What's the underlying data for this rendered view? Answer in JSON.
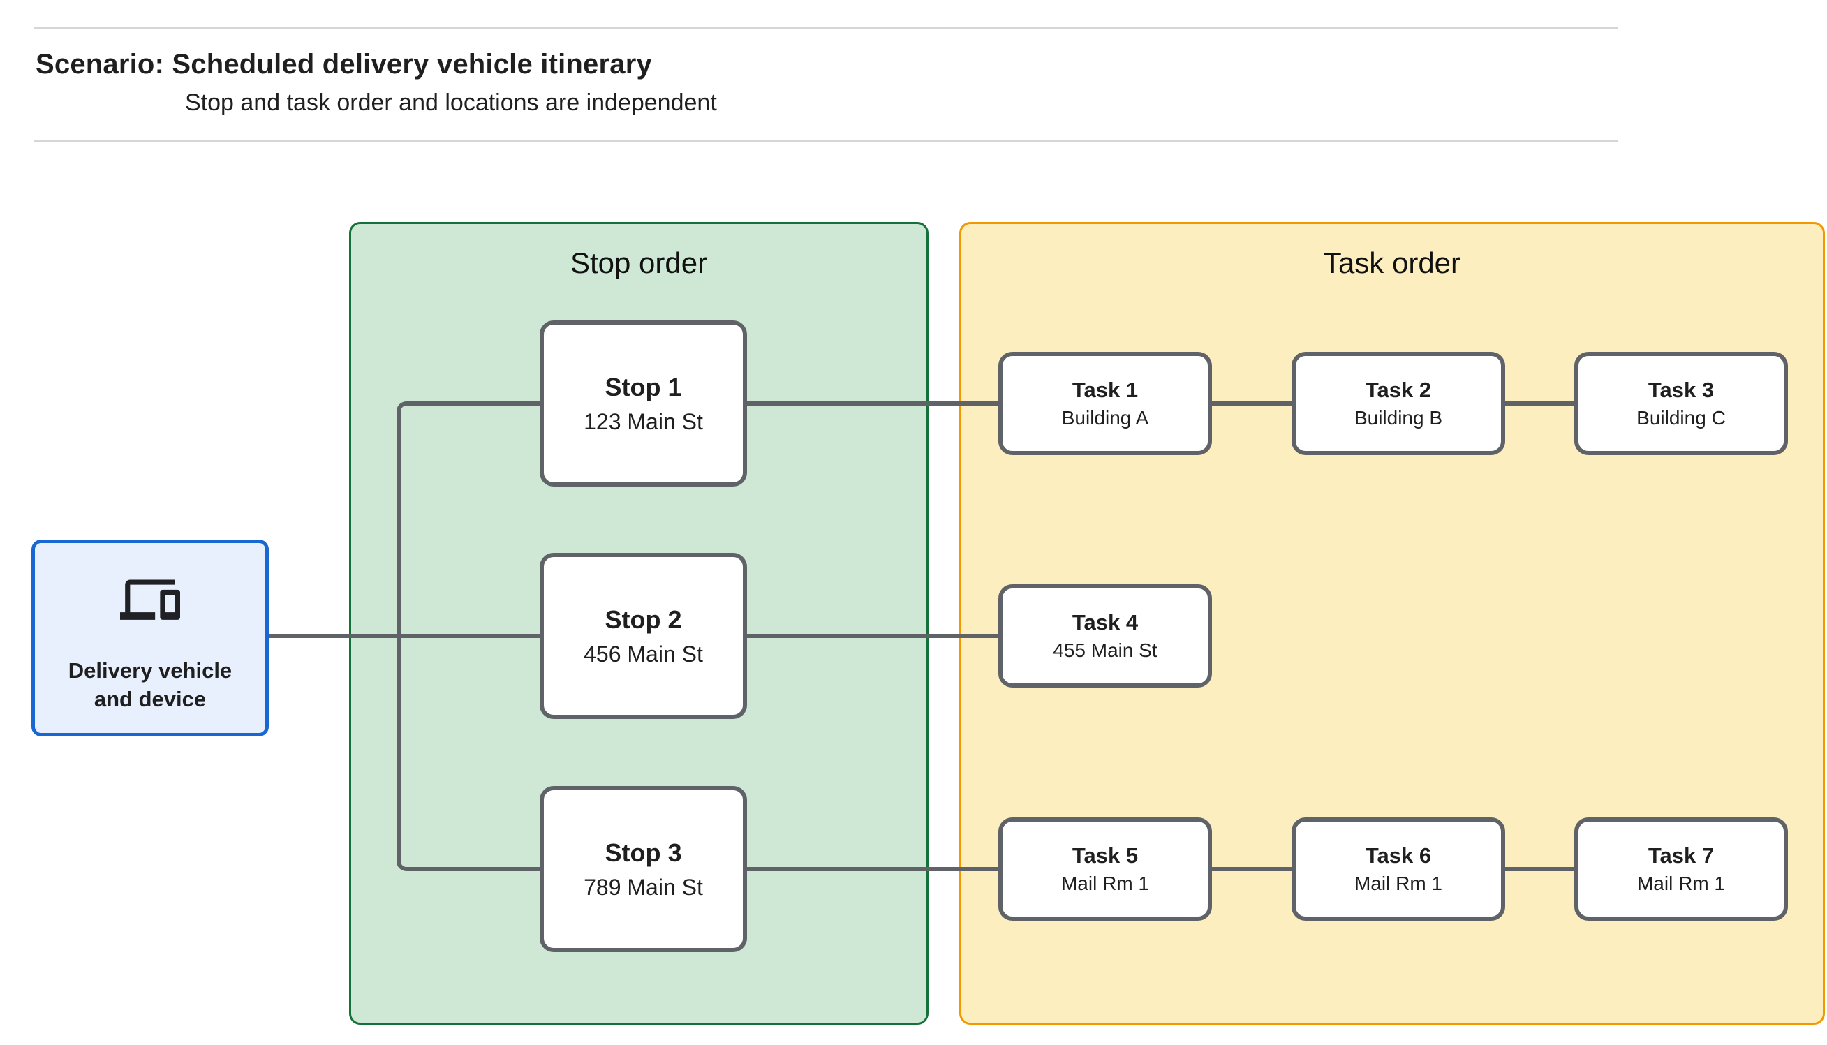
{
  "header": {
    "title": "Scenario: Scheduled delivery vehicle itinerary",
    "subtitle": "Stop and task order and locations are independent"
  },
  "vehicle": {
    "label": "Delivery vehicle and device",
    "icon": "devices-icon"
  },
  "stop_panel": {
    "title": "Stop order",
    "stops": [
      {
        "name": "Stop 1",
        "location": "123 Main St"
      },
      {
        "name": "Stop 2",
        "location": "456 Main St"
      },
      {
        "name": "Stop 3",
        "location": "789 Main St"
      }
    ]
  },
  "task_panel": {
    "title": "Task order",
    "tasks": [
      {
        "name": "Task 1",
        "location": "Building A"
      },
      {
        "name": "Task 2",
        "location": "Building B"
      },
      {
        "name": "Task 3",
        "location": "Building C"
      },
      {
        "name": "Task 4",
        "location": "455 Main St"
      },
      {
        "name": "Task 5",
        "location": "Mail Rm 1"
      },
      {
        "name": "Task 6",
        "location": "Mail Rm 1"
      },
      {
        "name": "Task 7",
        "location": "Mail Rm 1"
      }
    ]
  },
  "colors": {
    "stop_panel_fill": "#cfe8d6",
    "stop_panel_border": "#15713a",
    "task_panel_fill": "#fdeec0",
    "task_panel_border": "#f29900",
    "vehicle_fill": "#e8f0fe",
    "vehicle_border": "#1967d2",
    "connector": "#5f6368",
    "node_border": "#5f6368",
    "divider": "#d6d6d6",
    "text": "#1f1f1f"
  }
}
